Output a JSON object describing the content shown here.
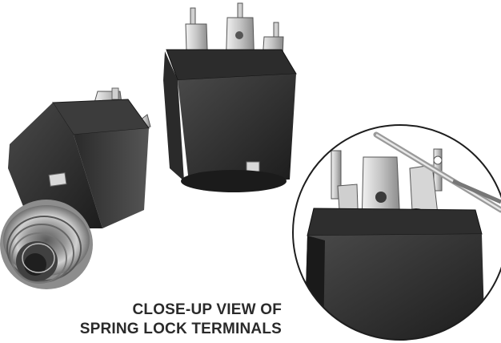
{
  "caption": {
    "line1": "CLOSE-UP VIEW OF",
    "line2": "SPRING LOCK TERMINALS"
  },
  "colors": {
    "background": "#ffffff",
    "caption_text": "#2a2a2a",
    "jack_body": "#3a3a3a",
    "metal_terminal": "#d8d8d8"
  },
  "photo": {
    "subjects": [
      "audio-jack-front-view",
      "audio-jack-rear-view",
      "terminal-closeup-inset"
    ]
  }
}
